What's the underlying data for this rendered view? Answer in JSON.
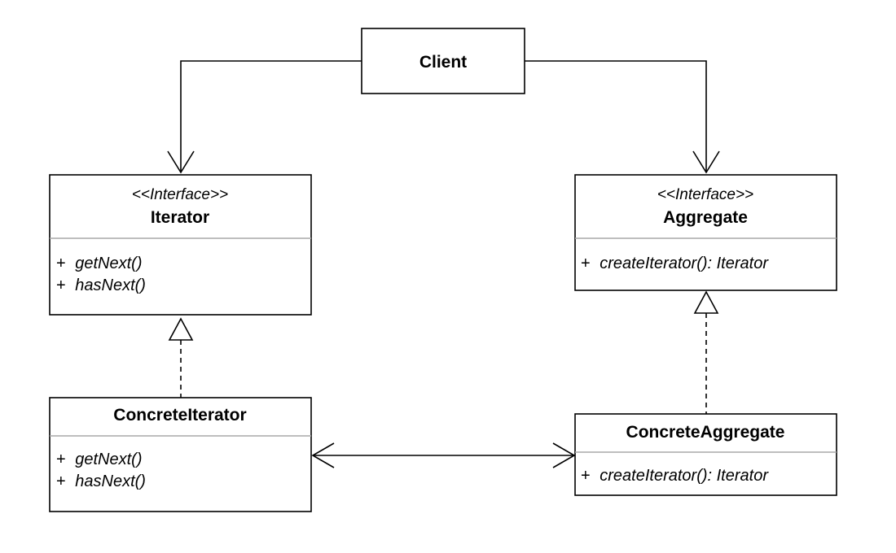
{
  "classes": {
    "client": {
      "name": "Client"
    },
    "iterator": {
      "stereotype": "<<Interface>>",
      "name": "Iterator",
      "methods": [
        {
          "visibility": "+",
          "signature": "getNext()"
        },
        {
          "visibility": "+",
          "signature": "hasNext()"
        }
      ]
    },
    "aggregate": {
      "stereotype": "<<Interface>>",
      "name": "Aggregate",
      "methods": [
        {
          "visibility": "+",
          "signature": "createIterator(): Iterator"
        }
      ]
    },
    "concrete_iterator": {
      "name": "ConcreteIterator",
      "methods": [
        {
          "visibility": "+",
          "signature": "getNext()"
        },
        {
          "visibility": "+",
          "signature": "hasNext()"
        }
      ]
    },
    "concrete_aggregate": {
      "name": "ConcreteAggregate",
      "methods": [
        {
          "visibility": "+",
          "signature": "createIterator(): Iterator"
        }
      ]
    }
  },
  "relations": [
    {
      "from": "Client",
      "to": "Iterator",
      "kind": "association",
      "direction": "to"
    },
    {
      "from": "Client",
      "to": "Aggregate",
      "kind": "association",
      "direction": "to"
    },
    {
      "from": "ConcreteIterator",
      "to": "Iterator",
      "kind": "realization"
    },
    {
      "from": "ConcreteAggregate",
      "to": "Aggregate",
      "kind": "realization"
    },
    {
      "from": "ConcreteIterator",
      "to": "ConcreteAggregate",
      "kind": "association",
      "direction": "both"
    }
  ],
  "colors": {
    "stroke": "#000000",
    "divider": "#a8a8a8",
    "background": "#ffffff"
  }
}
